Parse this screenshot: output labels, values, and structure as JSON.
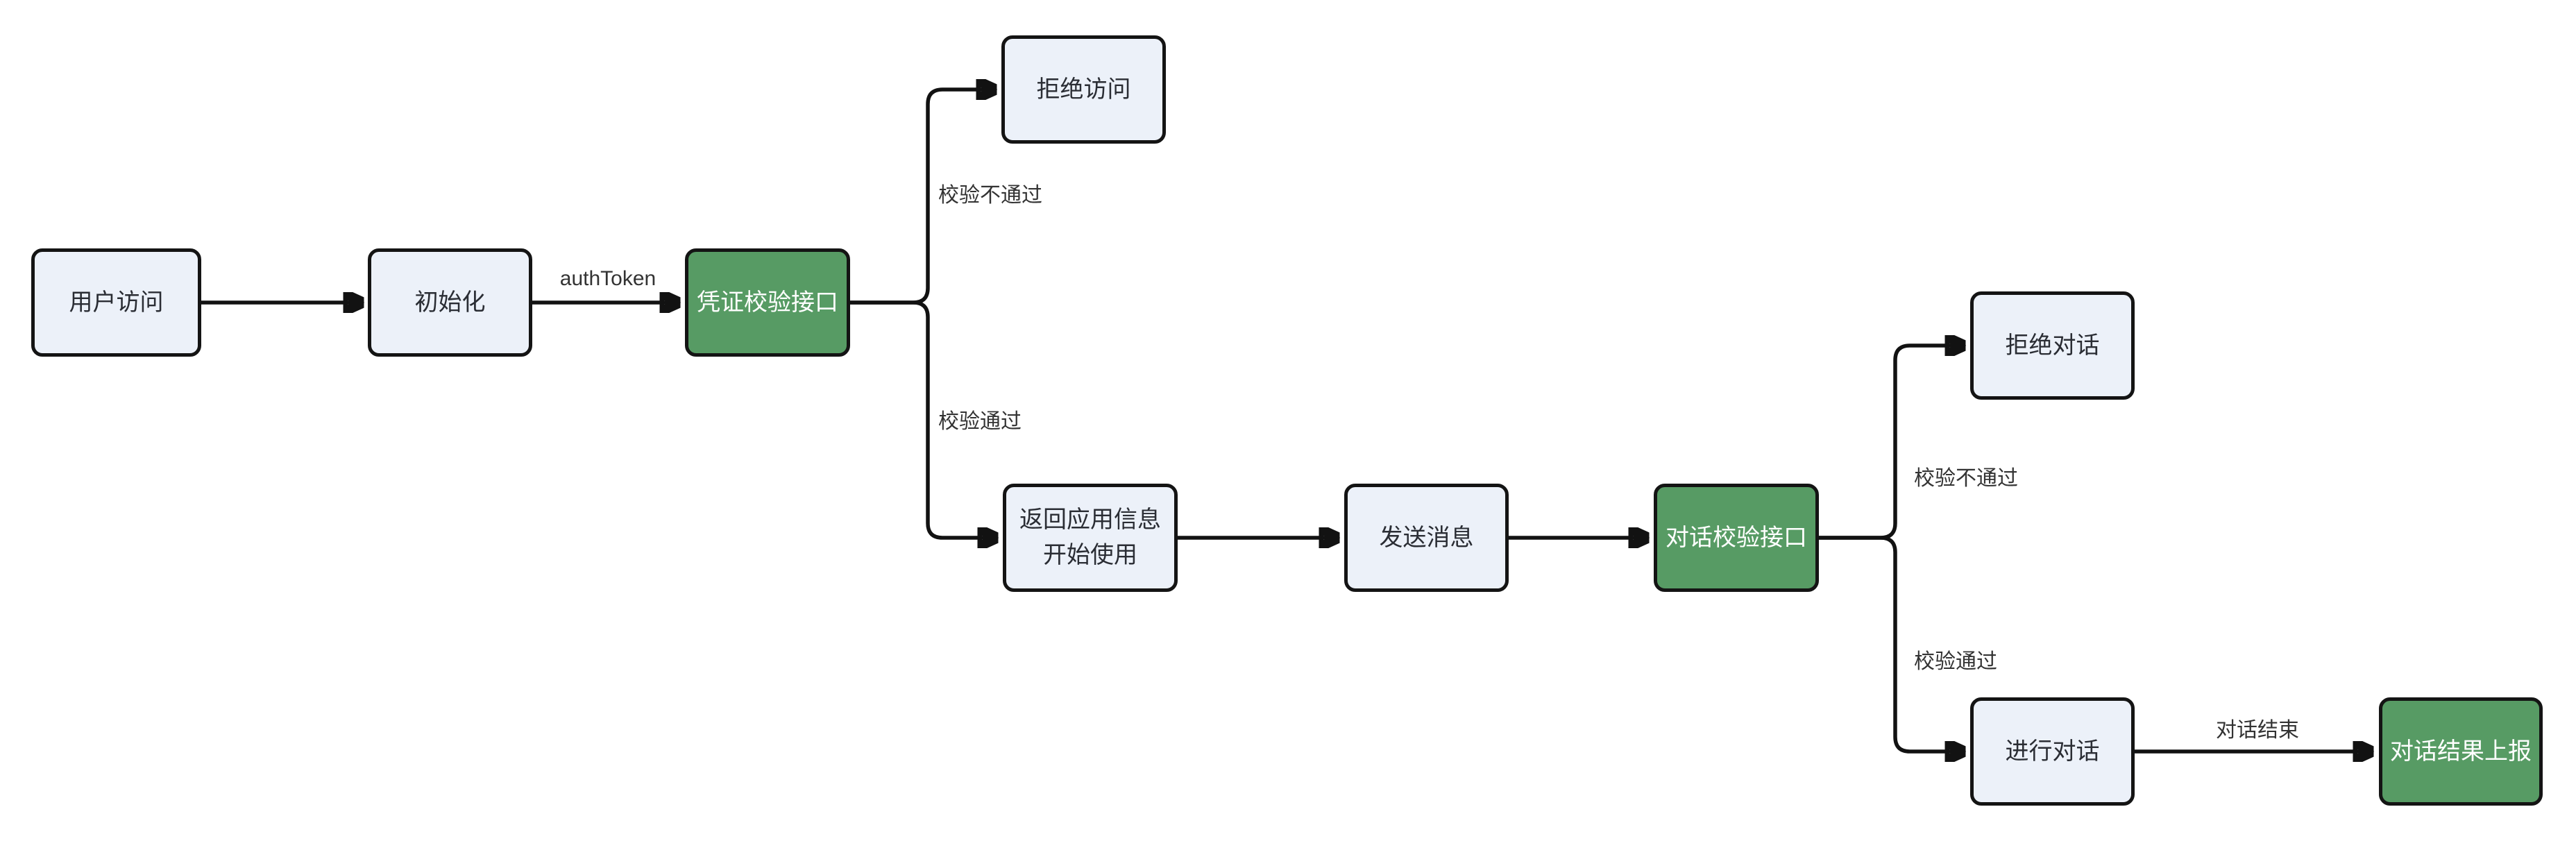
{
  "diagram": {
    "type": "flowchart",
    "direction": "left-to-right",
    "background": "#ffffff",
    "colors": {
      "node_fill": "#ecf1f9",
      "node_border": "#141414",
      "node_text": "#2a2d34",
      "accent_fill": "#579b64",
      "accent_text": "#ffffff",
      "edge": "#121212",
      "label_text": "#333333"
    },
    "nodes": [
      {
        "id": "user-access",
        "label": "用户访问",
        "variant": "default"
      },
      {
        "id": "init",
        "label": "初始化",
        "variant": "default"
      },
      {
        "id": "credential-check-api",
        "label": "凭证校验接口",
        "variant": "accent"
      },
      {
        "id": "deny-access",
        "label": "拒绝访问",
        "variant": "default"
      },
      {
        "id": "return-app-info",
        "label": "返回应用信息 开始使用",
        "lines": [
          "返回应用信息",
          "开始使用"
        ],
        "variant": "default"
      },
      {
        "id": "send-message",
        "label": "发送消息",
        "variant": "default"
      },
      {
        "id": "dialog-check-api",
        "label": "对话校验接口",
        "variant": "accent"
      },
      {
        "id": "deny-dialog",
        "label": "拒绝对话",
        "variant": "default"
      },
      {
        "id": "do-dialog",
        "label": "进行对话",
        "variant": "default"
      },
      {
        "id": "dialog-result-report",
        "label": "对话结果上报",
        "variant": "accent"
      }
    ],
    "edges": [
      {
        "from": "user-access",
        "to": "init",
        "label": ""
      },
      {
        "from": "init",
        "to": "credential-check-api",
        "label": "authToken"
      },
      {
        "from": "credential-check-api",
        "to": "deny-access",
        "label": "校验不通过"
      },
      {
        "from": "credential-check-api",
        "to": "return-app-info",
        "label": "校验通过"
      },
      {
        "from": "return-app-info",
        "to": "send-message",
        "label": ""
      },
      {
        "from": "send-message",
        "to": "dialog-check-api",
        "label": ""
      },
      {
        "from": "dialog-check-api",
        "to": "deny-dialog",
        "label": "校验不通过"
      },
      {
        "from": "dialog-check-api",
        "to": "do-dialog",
        "label": "校验通过"
      },
      {
        "from": "do-dialog",
        "to": "dialog-result-report",
        "label": "对话结束"
      }
    ]
  }
}
